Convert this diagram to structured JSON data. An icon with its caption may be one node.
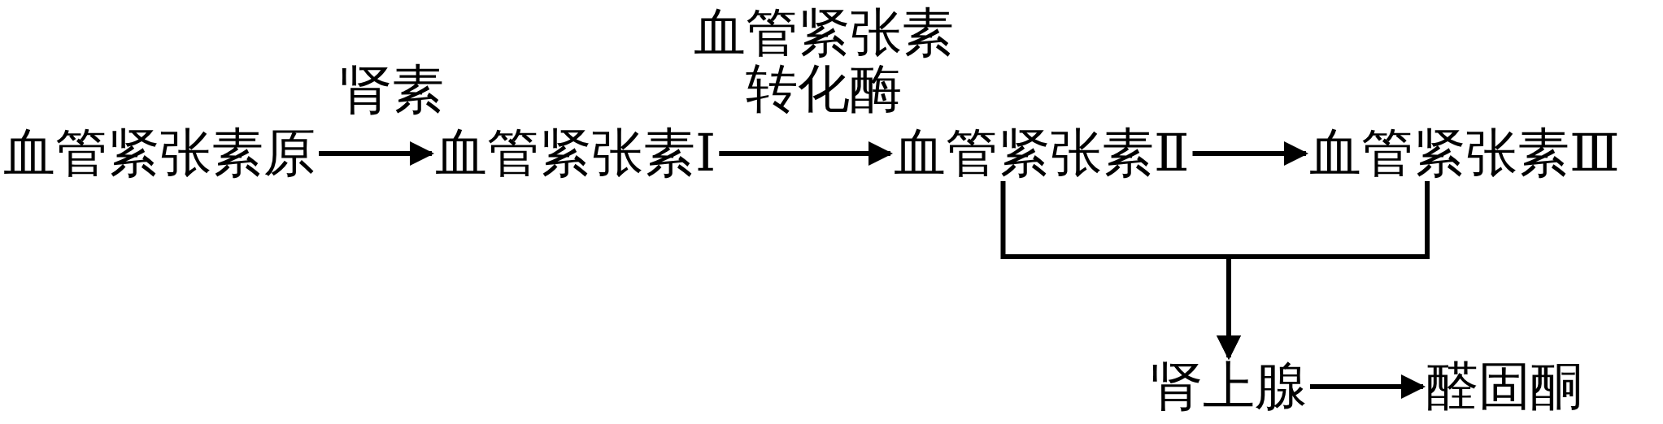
{
  "diagram": {
    "nodes": [
      {
        "text": [
          "血管紧张素原"
        ]
      },
      {
        "text": [
          "血管紧张素Ⅰ"
        ]
      },
      {
        "text": [
          "血管紧张素Ⅱ"
        ]
      },
      {
        "text": [
          "血管紧张素Ⅲ"
        ]
      },
      {
        "text": [
          "肾上腺"
        ]
      },
      {
        "text": [
          "醛固酮"
        ]
      }
    ],
    "edges": [
      {
        "from": 0,
        "to": 1,
        "arrow": "to",
        "label": "肾素"
      },
      {
        "from": 1,
        "to": 2,
        "arrow": "to",
        "label": "血管紧张素转化酶"
      },
      {
        "from": 2,
        "to": 3,
        "arrow": "to"
      },
      {
        "from": 2,
        "to": 4,
        "arrow": "to"
      },
      {
        "from": 3,
        "to": 4,
        "arrow": "to"
      },
      {
        "from": 4,
        "to": 5,
        "arrow": "to"
      }
    ]
  }
}
